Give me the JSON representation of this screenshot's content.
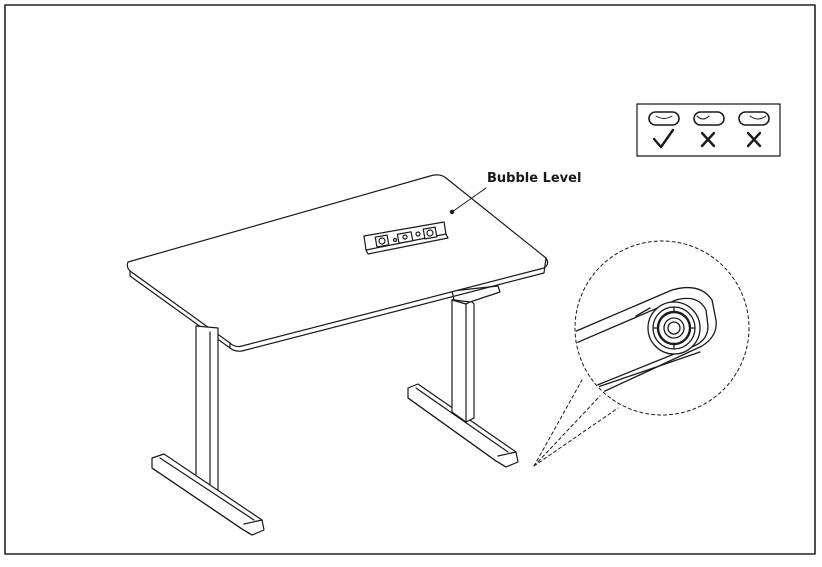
{
  "callout": {
    "label": "Bubble Level"
  },
  "legend": {
    "items": [
      {
        "bubble": "centered",
        "mark": "check-icon"
      },
      {
        "bubble": "off-center",
        "mark": "cross-icon"
      },
      {
        "bubble": "off-center",
        "mark": "cross-icon"
      }
    ]
  },
  "colors": {
    "line": "#1a1a1a",
    "frame": "#222222",
    "background": "#ffffff"
  }
}
